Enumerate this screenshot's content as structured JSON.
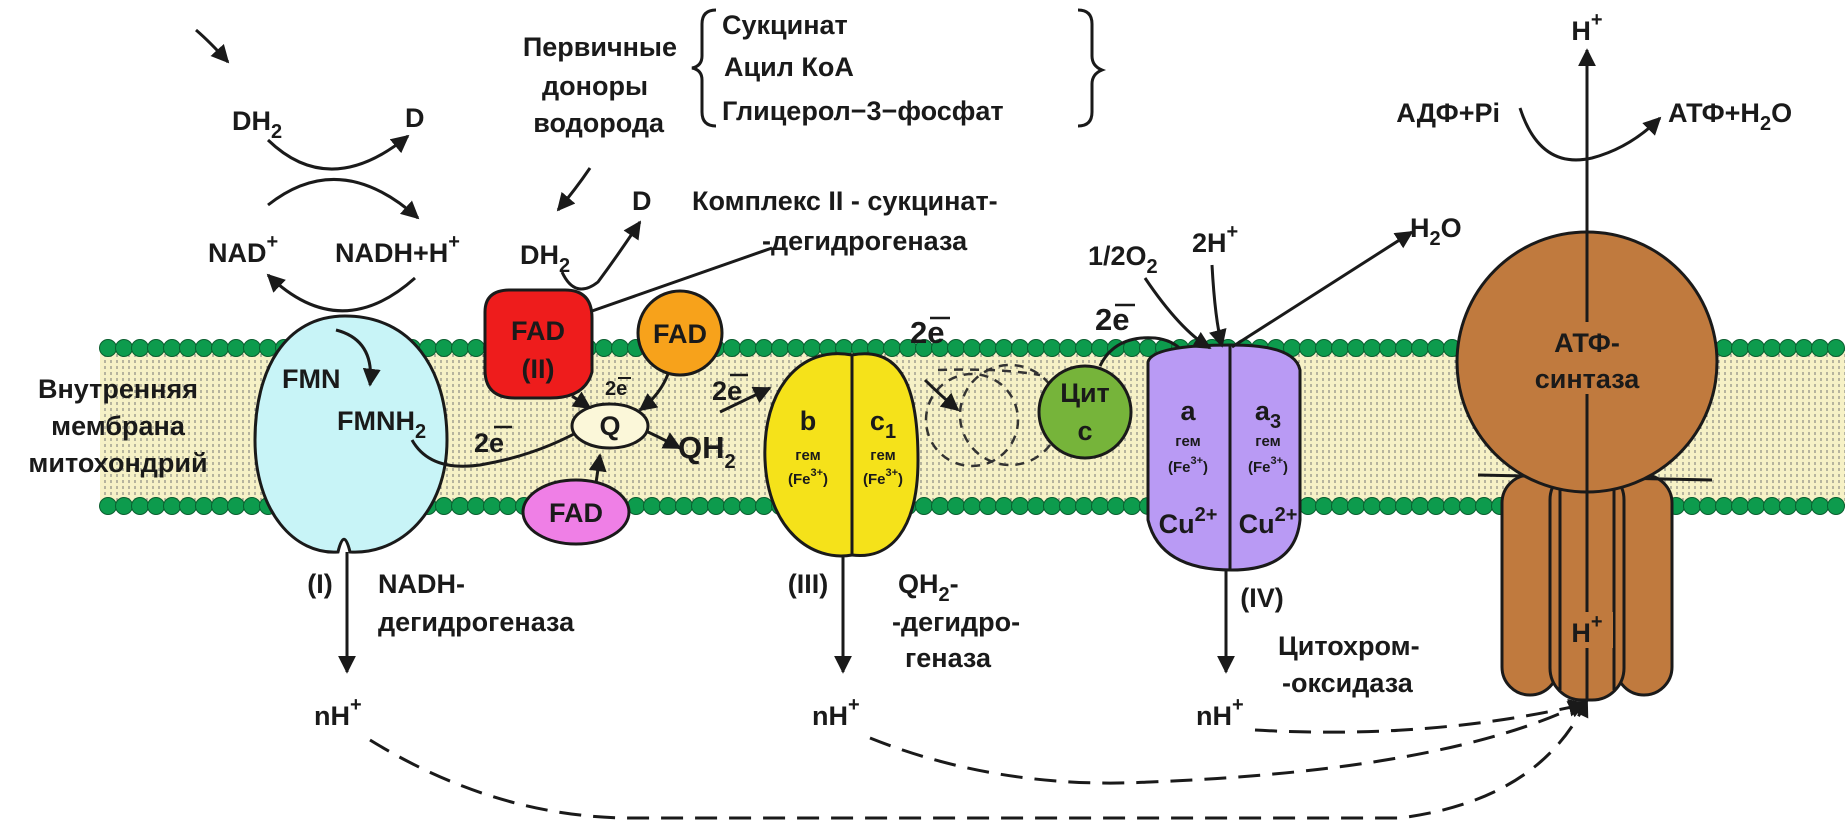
{
  "primary_donors": {
    "heading": [
      "Первичные",
      "доноры",
      "водорода"
    ],
    "items": [
      "Сукцинат",
      "Ацил КоА",
      "Глицерол−3−фосфат"
    ]
  },
  "reaction1": {
    "dh2": "DH",
    "dh2_sub": "2",
    "d": "D",
    "nad": "NAD",
    "nad_sup": "+",
    "nadh": "NADH+H",
    "nadh_sup": "+"
  },
  "reaction2": {
    "dh2": "DH",
    "dh2_sub": "2",
    "d": "D"
  },
  "complex2_label": [
    "Комплекс II - сукцинат-",
    "-дегидрогеназа"
  ],
  "membrane_label": [
    "Внутренняя",
    "мембрана",
    "митохондрий"
  ],
  "complex1": {
    "fmn": "FMN",
    "fmnh2": "FMNH",
    "fmnh2_sub": "2",
    "roman": "(I)",
    "name": [
      "NADH-",
      "дегидрогеназа"
    ]
  },
  "fad_red": {
    "line1": "FAD",
    "line2": "(II)"
  },
  "fad_orange": "FAD",
  "fad_pink": "FAD",
  "q": "Q",
  "qh2": "QH",
  "qh2_sub": "2",
  "two_e": "2e",
  "complex3": {
    "b": "b",
    "c1": "c",
    "c1_sub": "1",
    "heme": "гем",
    "fe": "(Fe",
    "fe_sup": "3+",
    "fe_close": ")",
    "roman": "(III)",
    "name_line1": "QH",
    "name_line1_sub": "2",
    "name_line1_end": "-",
    "name": [
      "-дегидро-",
      "геназа"
    ]
  },
  "cyt_c": [
    "Цит",
    "с"
  ],
  "complex4": {
    "a": "a",
    "a3": "a",
    "a3_sub": "3",
    "heme": "гем",
    "fe": "(Fe",
    "fe_sup": "3+",
    "fe_close": ")",
    "cu": "Cu",
    "cu_sup": "2+",
    "roman": "(IV)",
    "name": [
      "Цитохром-",
      "-оксидаза"
    ]
  },
  "oxygen": {
    "half_o2": "1/2O",
    "half_o2_sub": "2",
    "two_h": "2H",
    "two_h_sup": "+",
    "h2o": "H",
    "h2o_sub": "2",
    "h2o_end": "O"
  },
  "atp_synthase": {
    "name": [
      "АТФ-",
      "синтаза"
    ],
    "h_top": "H",
    "h_top_sup": "+",
    "h_inner": "H",
    "h_inner_sup": "+",
    "adp": "АДФ+Pi",
    "atp": "АТФ+H",
    "atp_sub": "2",
    "atp_end": "O"
  },
  "nh_labels": {
    "base": "nH",
    "sup": "+"
  },
  "colors": {
    "membrane_fill": "#f6f1c6",
    "bead": "#0d9b4d",
    "complex1": "#c8f4f7",
    "fad_red": "#ee1c1c",
    "fad_orange": "#f7a21b",
    "fad_pink": "#ef7fe6",
    "complex3": "#f5e21a",
    "cyt_c": "#76b43a",
    "complex4": "#b99af4",
    "atp_synthase": "#c07a3e"
  }
}
